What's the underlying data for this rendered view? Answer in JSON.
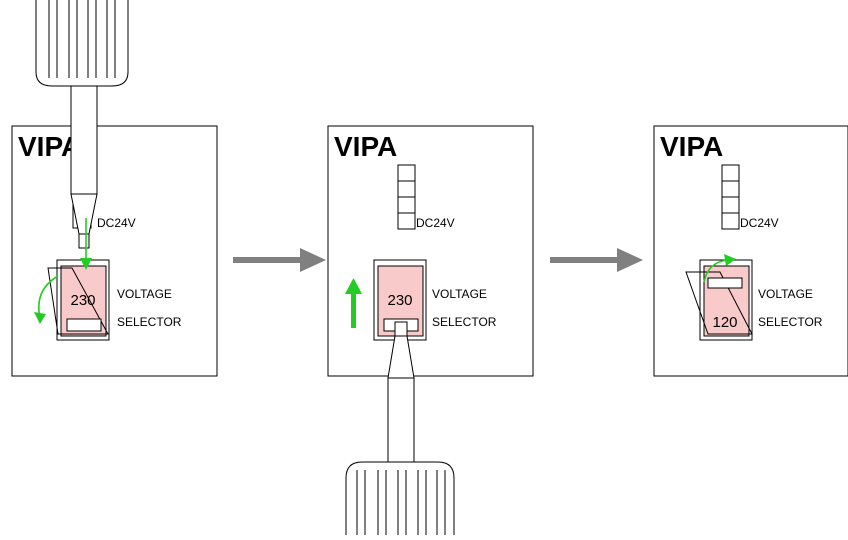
{
  "panels": [
    {
      "logo": "VIPA",
      "supply_label": "DC24V",
      "switch_value": "230",
      "selector_label_1": "VOLTAGE",
      "selector_label_2": "SELECTOR"
    },
    {
      "logo": "VIPA",
      "supply_label": "DC24V",
      "switch_value": "230",
      "selector_label_1": "VOLTAGE",
      "selector_label_2": "SELECTOR"
    },
    {
      "logo": "VIPA",
      "supply_label": "DC24V",
      "switch_value": "120",
      "selector_label_1": "VOLTAGE",
      "selector_label_2": "SELECTOR"
    }
  ],
  "colors": {
    "switch_fill": "#f9caca",
    "motion_arrow": "#22cc22",
    "step_arrow": "#808080",
    "outline": "#000000"
  },
  "icons": [
    "screwdriver-icon",
    "step-arrow-icon",
    "motion-arrow-icon"
  ]
}
